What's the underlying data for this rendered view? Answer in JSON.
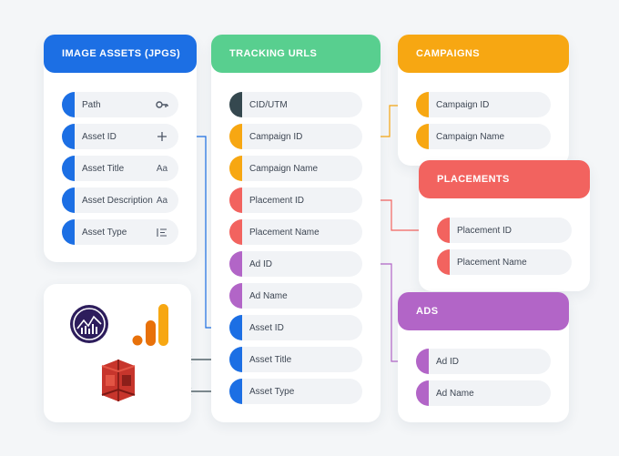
{
  "colors": {
    "blue": "#1c6fe4",
    "green": "#58cf8f",
    "orange": "#f7a712",
    "red": "#f2635f",
    "purple": "#b265c7",
    "dark": "#35484f"
  },
  "image_assets": {
    "title": "IMAGE ASSETS (JPGS)",
    "rows": [
      {
        "label": "Path",
        "icon": "key-icon"
      },
      {
        "label": "Asset ID",
        "icon": "plus-icon"
      },
      {
        "label": "Asset Title",
        "icon": "text-format-icon",
        "icon_glyph": "Aa"
      },
      {
        "label": "Asset Description",
        "icon": "text-format-icon",
        "icon_glyph": "Aa"
      },
      {
        "label": "Asset Type",
        "icon": "list-icon"
      }
    ]
  },
  "tracking_urls": {
    "title": "TRACKING URLS",
    "rows": [
      {
        "label": "CID/UTM"
      },
      {
        "label": "Campaign ID"
      },
      {
        "label": "Campaign Name"
      },
      {
        "label": "Placement ID"
      },
      {
        "label": "Placement Name"
      },
      {
        "label": "Ad ID"
      },
      {
        "label": "Ad Name"
      },
      {
        "label": "Asset ID"
      },
      {
        "label": "Asset Title"
      },
      {
        "label": "Asset Type"
      }
    ]
  },
  "campaigns": {
    "title": "CAMPAIGNS",
    "rows": [
      {
        "label": "Campaign ID"
      },
      {
        "label": "Campaign Name"
      }
    ]
  },
  "placements": {
    "title": "PLACEMENTS",
    "rows": [
      {
        "label": "Placement ID"
      },
      {
        "label": "Placement Name"
      }
    ]
  },
  "ads": {
    "title": "ADS",
    "rows": [
      {
        "label": "Ad ID"
      },
      {
        "label": "Ad Name"
      }
    ]
  },
  "logos": [
    "adobe-analytics-icon",
    "google-analytics-icon",
    "aws-s3-icon"
  ]
}
